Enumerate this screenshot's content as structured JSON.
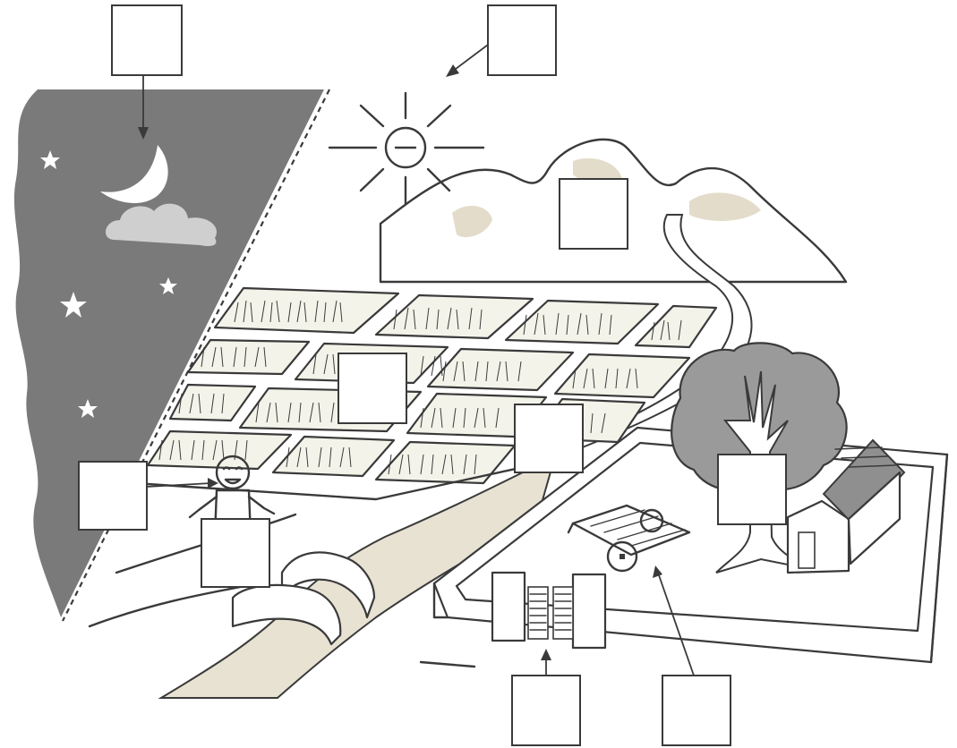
{
  "scene": {
    "night_sky": {
      "color": "#7a7a7a",
      "star_color": "#ffffff",
      "moon_color": "#ffffff",
      "cloud_color": "#cfcfcf"
    },
    "ink_color": "#3a3a3a",
    "paddy_fill": "#f4f3ea",
    "river_fill": "#e8e2d2",
    "tree_crown_color": "#9a9a9a",
    "roof_color": "#8f8f8f",
    "mountain_patch_color": "#e4dccb"
  },
  "label_boxes": [
    {
      "id": "moon-label",
      "text": ""
    },
    {
      "id": "sun-label",
      "text": ""
    },
    {
      "id": "mountain-label",
      "text": ""
    },
    {
      "id": "paddy-label",
      "text": ""
    },
    {
      "id": "road-label",
      "text": ""
    },
    {
      "id": "person-label",
      "text": ""
    },
    {
      "id": "field-edge-label",
      "text": ""
    },
    {
      "id": "tree-label",
      "text": ""
    },
    {
      "id": "gate-label",
      "text": ""
    },
    {
      "id": "cart-label",
      "text": ""
    }
  ]
}
